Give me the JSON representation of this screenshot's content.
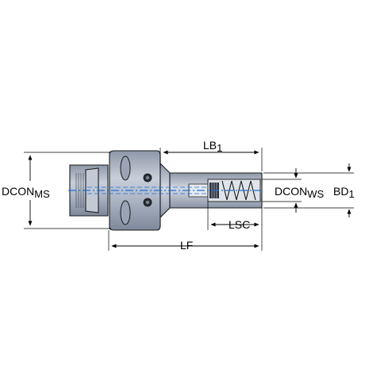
{
  "labels": {
    "dcon_ms": {
      "main": "DCON",
      "sub": "MS"
    },
    "lb1": {
      "main": "LB",
      "sub": "1"
    },
    "dcon_ws": {
      "main": "DCON",
      "sub": "WS"
    },
    "bd1": {
      "main": "BD",
      "sub": "1"
    },
    "lsc": {
      "main": "LSC"
    },
    "lf": {
      "main": "LF"
    }
  },
  "colors": {
    "body": "#aeb7c6",
    "body_dark": "#7d889a",
    "body_light": "#d4dae4",
    "centerline": "#1f6fd6",
    "outline": "#1a1a1a"
  }
}
